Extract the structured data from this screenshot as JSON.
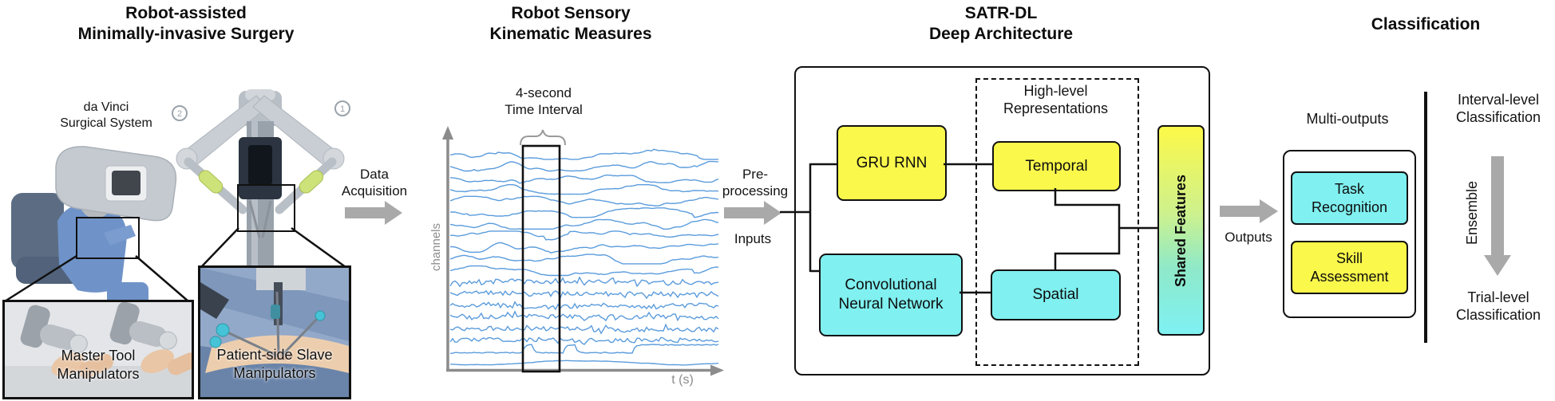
{
  "surgery": {
    "title_line1": "Robot-assisted",
    "title_line2": "Minimally-invasive Surgery",
    "system_label_line1": "da Vinci",
    "system_label_line2": "Surgical System",
    "arm_number_left": "2",
    "arm_number_right": "1",
    "inset_master_line1": "Master Tool",
    "inset_master_line2": "Manipulators",
    "inset_patient_line1": "Patient-side Slave",
    "inset_patient_line2": "Manipulators"
  },
  "data_acquisition": {
    "label_line1": "Data",
    "label_line2": "Acquisition"
  },
  "signals": {
    "title_line1": "Robot Sensory",
    "title_line2": "Kinematic Measures",
    "interval_label_line1": "4-second",
    "interval_label_line2": "Time Interval",
    "y_axis_label": "channels",
    "x_axis_label": "t (s)",
    "num_channels": 19
  },
  "satr_dl": {
    "title_line1": "SATR-DL",
    "title_line2": "Deep Architecture",
    "preprocessing_line1": "Pre-",
    "preprocessing_line2": "processing",
    "inputs_label": "Inputs",
    "gru_box": "GRU RNN",
    "cnn_box_line1": "Convolutional",
    "cnn_box_line2": "Neural Network",
    "representations_line1": "High-level",
    "representations_line2": "Representations",
    "temporal_box": "Temporal",
    "spatial_box": "Spatial",
    "shared_features_box": "Shared Features",
    "outputs_label": "Outputs"
  },
  "classification": {
    "title": "Classification",
    "multi_outputs_label": "Multi-outputs",
    "task_box_line1": "Task",
    "task_box_line2": "Recognition",
    "skill_box_line1": "Skill",
    "skill_box_line2": "Assessment",
    "interval_level_line1": "Interval-level",
    "interval_level_line2": "Classification",
    "ensemble_label": "Ensemble",
    "trial_level_line1": "Trial-level",
    "trial_level_line2": "Classification"
  },
  "colors": {
    "yellow": "#faf84b",
    "cyan": "#80f0f0",
    "arrow_gray": "#a9a9a9",
    "axis_gray": "#8c8c8c",
    "trace_blue": "#5b9cdc"
  }
}
